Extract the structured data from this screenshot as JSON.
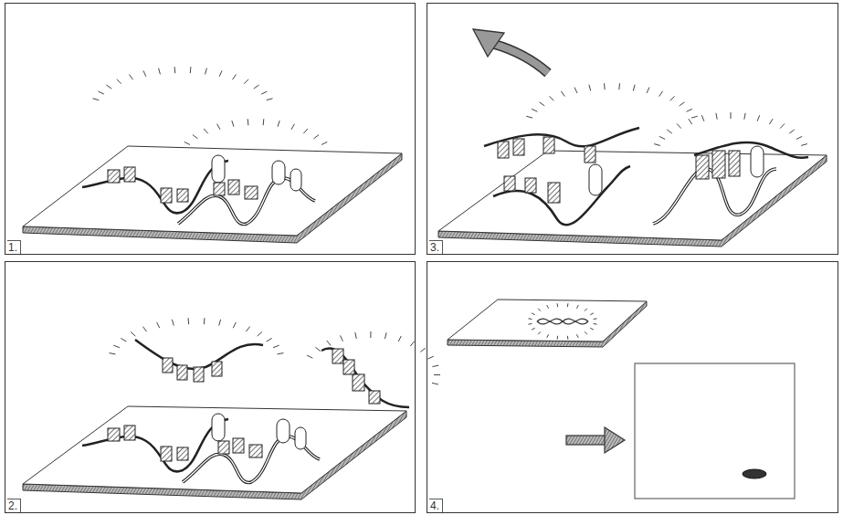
{
  "diagram": {
    "nodes": [
      {
        "text": [
          "1."
        ]
      },
      {
        "text": [
          "3."
        ]
      },
      {
        "text": [
          "2."
        ]
      },
      {
        "text": [
          "4."
        ]
      }
    ]
  }
}
